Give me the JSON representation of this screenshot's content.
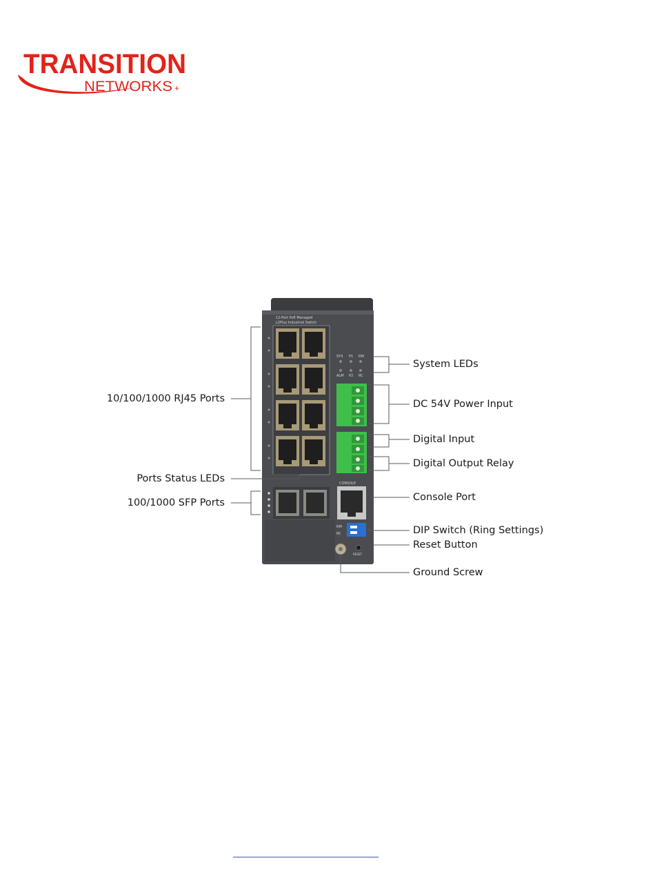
{
  "brand": {
    "name_top": "TRANSITION",
    "name_bottom": "NETWORKS",
    "mark": "+",
    "color_red": "#e2231a"
  },
  "device": {
    "model_lines": [
      "12-Port PoE Managed",
      "L2Plus Industrial Switch"
    ],
    "system_led_labels_top": [
      "SYS",
      "P1",
      "RM"
    ],
    "system_led_labels_bottom": [
      "ALM",
      "P2",
      "RC"
    ],
    "console_label": "CONSOLE",
    "dip_labels": [
      "RM",
      "RC"
    ],
    "reset_label": "RESET"
  },
  "callouts": {
    "rj45_ports": "10/100/1000 RJ45 Ports",
    "ports_status_leds": "Ports Status LEDs",
    "sfp_ports": "100/1000 SFP Ports",
    "system_leds": "System LEDs",
    "dc_power": "DC 54V Power Input",
    "digital_input": "Digital Input",
    "digital_output": "Digital Output Relay",
    "console_port": "Console Port",
    "dip_switch": "DIP Switch (Ring Settings)",
    "reset_button": "Reset Button",
    "ground_screw": "Ground Screw"
  },
  "colors": {
    "chassis": "#4a4c4f",
    "chassis_top": "#3a3c3f",
    "terminal_green": "#3fbf4a",
    "dip_blue": "#2a6fd6",
    "link_blue": "#3a4fc8"
  }
}
